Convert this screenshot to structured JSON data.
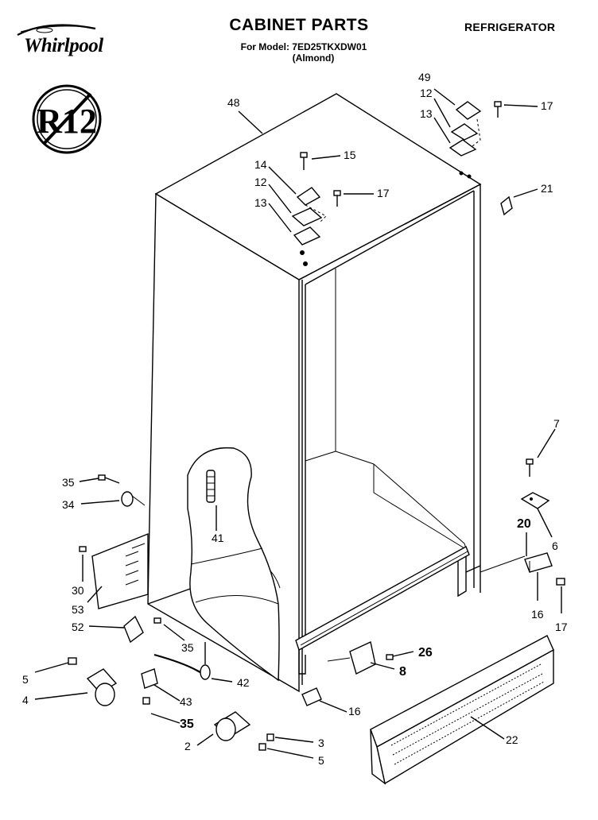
{
  "header": {
    "title": "CABINET PARTS",
    "category": "REFRIGERATOR",
    "model_line": "For Model: 7ED25TKXDW01",
    "color_line": "(Almond)"
  },
  "brand": {
    "logo_text": "Whirlpool",
    "logo_icon": "whirlpool-swirl-logo"
  },
  "badge": {
    "text": "R12",
    "icon": "no-r12-prohibition-icon"
  },
  "callouts": [
    {
      "id": "c48",
      "label": "48"
    },
    {
      "id": "c49",
      "label": "49"
    },
    {
      "id": "c12a",
      "label": "12"
    },
    {
      "id": "c13a",
      "label": "13"
    },
    {
      "id": "c17a",
      "label": "17"
    },
    {
      "id": "c15",
      "label": "15"
    },
    {
      "id": "c14",
      "label": "14"
    },
    {
      "id": "c12b",
      "label": "12"
    },
    {
      "id": "c17b",
      "label": "17"
    },
    {
      "id": "c13b",
      "label": "13"
    },
    {
      "id": "c21",
      "label": "21"
    },
    {
      "id": "c7",
      "label": "7"
    },
    {
      "id": "c35a",
      "label": "35"
    },
    {
      "id": "c34",
      "label": "34"
    },
    {
      "id": "c41",
      "label": "41"
    },
    {
      "id": "c20",
      "label": "20"
    },
    {
      "id": "c6",
      "label": "6"
    },
    {
      "id": "c30",
      "label": "30"
    },
    {
      "id": "c53",
      "label": "53"
    },
    {
      "id": "c52",
      "label": "52"
    },
    {
      "id": "c35b",
      "label": "35"
    },
    {
      "id": "c16a",
      "label": "16"
    },
    {
      "id": "c17c",
      "label": "17"
    },
    {
      "id": "c26",
      "label": "26"
    },
    {
      "id": "c8",
      "label": "8"
    },
    {
      "id": "c5a",
      "label": "5"
    },
    {
      "id": "c42",
      "label": "42"
    },
    {
      "id": "c4",
      "label": "4"
    },
    {
      "id": "c43",
      "label": "43"
    },
    {
      "id": "c16b",
      "label": "16"
    },
    {
      "id": "c35c",
      "label": "35"
    },
    {
      "id": "c22",
      "label": "22"
    },
    {
      "id": "c3",
      "label": "3"
    },
    {
      "id": "c2",
      "label": "2"
    },
    {
      "id": "c5b",
      "label": "5"
    }
  ]
}
